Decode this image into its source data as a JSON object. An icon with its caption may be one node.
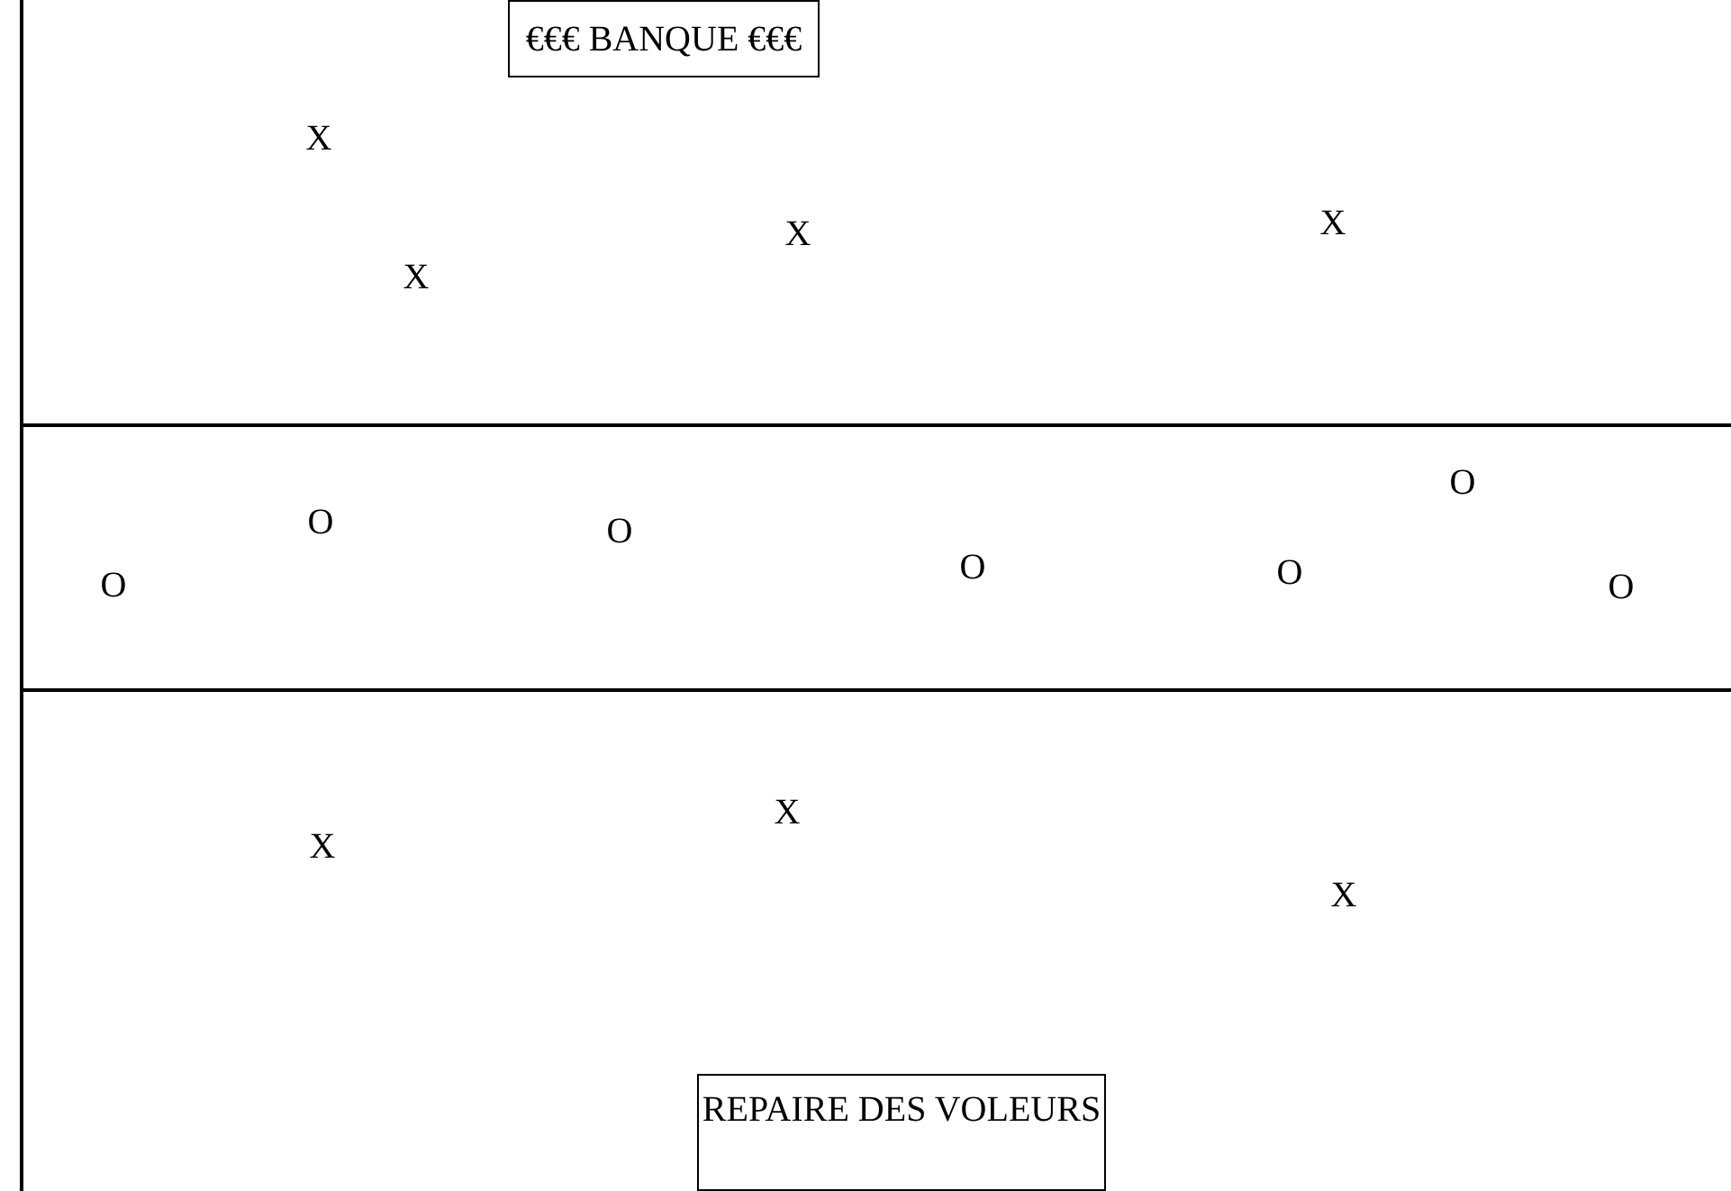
{
  "diagram": {
    "nodes": [
      {
        "text": [
          "€€€ BANQUE €€€"
        ]
      },
      {
        "text": [
          "REPAIRE DES VOLEURS"
        ]
      }
    ],
    "labels": [
      "X",
      "X",
      "X",
      "X",
      "O",
      "O",
      "O",
      "O",
      "O",
      "O",
      "O",
      "X",
      "X",
      "X"
    ]
  }
}
